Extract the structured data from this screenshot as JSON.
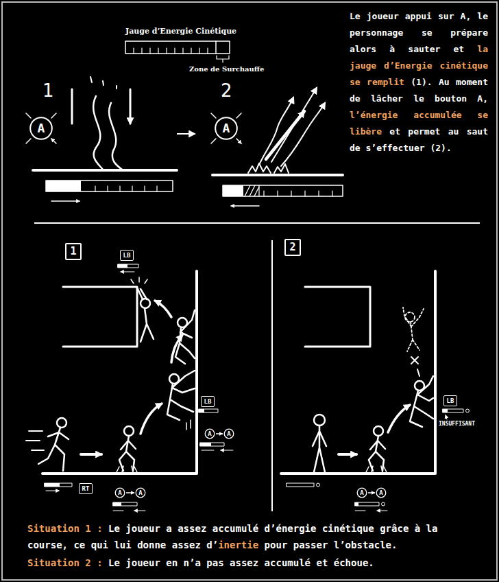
{
  "diagram": {
    "nodes": [
      {
        "text": [
          "A"
        ]
      },
      {
        "text": [
          "A"
        ]
      },
      {
        "text": [
          "1"
        ]
      },
      {
        "text": [
          "LB"
        ]
      },
      {
        "text": [
          "LB"
        ]
      },
      {
        "text": [
          "A"
        ]
      },
      {
        "text": [
          "A"
        ]
      },
      {
        "text": [
          "RT"
        ]
      },
      {
        "text": [
          "A"
        ]
      },
      {
        "text": [
          "A"
        ]
      },
      {
        "text": [
          "2"
        ]
      },
      {
        "text": [
          "LB"
        ]
      },
      {
        "text": [
          "A"
        ]
      },
      {
        "text": [
          "A"
        ]
      }
    ],
    "edges": [
      {
        "from": 5,
        "to": 6,
        "arrow": "to"
      },
      {
        "from": 8,
        "to": 9,
        "arrow": "to"
      },
      {
        "from": 12,
        "to": 13,
        "arrow": "to"
      }
    ],
    "labels": [
      "Jauge d’Energie Cinétique",
      "Zone de Surchauffe",
      "1",
      "2",
      "Le joueur appui sur A, le personnage se prépare alors à sauter et",
      "la jauge d’Energie cinétique se remplit",
      "(1). Au moment de lâcher le bouton A,",
      "l’énergie accumulée se libère",
      "et permet au saut de s’effectuer (2).",
      "INSUFFISANT",
      "Situation 1 :",
      "Le joueur a assez accumulé d’énergie cinétique grâce à la course, ce qui lui donne assez d’",
      "inertie",
      "pour passer l’obstacle.",
      "Situation 2 :",
      "Le joueur en n’a pas assez accumulé et échoue."
    ]
  }
}
